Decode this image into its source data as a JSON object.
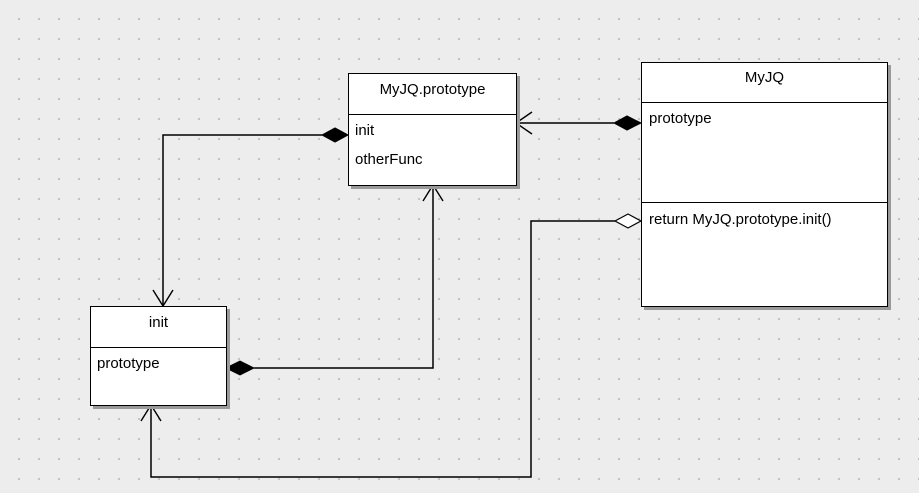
{
  "classes": {
    "proto": {
      "title": "MyJQ.prototype",
      "fields": [
        "init",
        "otherFunc"
      ]
    },
    "myjq": {
      "title": "MyJQ",
      "attributes": [
        "prototype"
      ],
      "operations": [
        "return MyJQ.prototype.init()"
      ]
    },
    "init": {
      "title": "init",
      "fields": [
        "prototype"
      ]
    }
  },
  "relations": [
    {
      "from": "MyJQ",
      "to": "MyJQ.prototype",
      "kind": "composition",
      "arrow": "open"
    },
    {
      "from": "MyJQ.prototype",
      "to": "init",
      "kind": "composition",
      "arrow": "open"
    },
    {
      "from": "init",
      "to": "MyJQ.prototype",
      "kind": "composition",
      "arrow": "open"
    },
    {
      "from": "MyJQ",
      "to": "init",
      "kind": "aggregation",
      "arrow": "open"
    }
  ]
}
